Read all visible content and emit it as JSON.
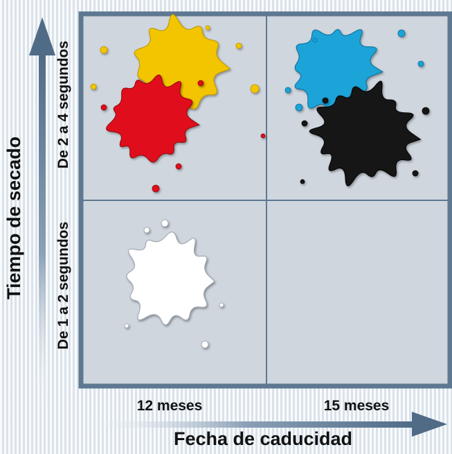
{
  "axes": {
    "y_title": "Tiempo de secado",
    "x_title": "Fecha de caducidad",
    "rows": [
      "De 2 a 4 segundos",
      "De 1 a 2 segundos"
    ],
    "columns": [
      "12 meses",
      "15 meses"
    ]
  },
  "colors": {
    "panel": "#cfd6de",
    "panel_border": "#5f7891",
    "arrow": "#4f6b86",
    "yellow": "#f2c500",
    "red": "#e0101a",
    "cyan": "#1aa3d8",
    "black": "#161616",
    "white": "#ffffff"
  },
  "splats": [
    {
      "name": "yellow-ink-splat",
      "color": "yellow",
      "row": 0,
      "column": 0
    },
    {
      "name": "red-ink-splat",
      "color": "red",
      "row": 0,
      "column": 0
    },
    {
      "name": "cyan-ink-splat",
      "color": "cyan",
      "row": 0,
      "column": 1
    },
    {
      "name": "black-ink-splat",
      "color": "black",
      "row": 0,
      "column": 1
    },
    {
      "name": "white-ink-splat",
      "color": "white",
      "row": 1,
      "column": 0
    }
  ]
}
